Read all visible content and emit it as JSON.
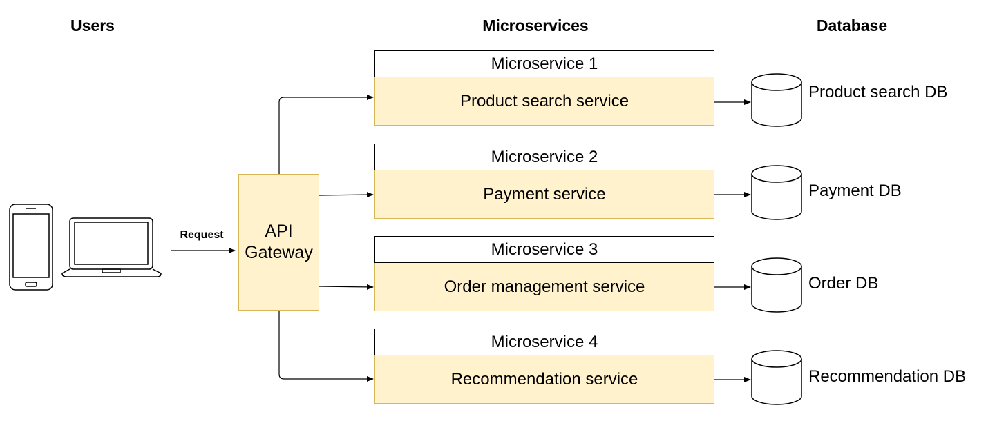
{
  "headers": {
    "users": "Users",
    "microservices": "Microservices",
    "database": "Database"
  },
  "request_label": "Request",
  "gateway": {
    "line1": "API",
    "line2": "Gateway"
  },
  "microservices": [
    {
      "title": "Microservice 1",
      "service": "Product search service",
      "db": "Product search DB"
    },
    {
      "title": "Microservice 2",
      "service": "Payment service",
      "db": "Payment DB"
    },
    {
      "title": "Microservice 3",
      "service": "Order management service",
      "db": "Order DB"
    },
    {
      "title": "Microservice 4",
      "service": "Recommendation service",
      "db": "Recommendation DB"
    }
  ],
  "colors": {
    "service_fill": "#fff2cc",
    "service_border": "#d6b656",
    "line": "#000000"
  },
  "icons": {
    "phone": "smartphone-icon",
    "laptop": "laptop-icon",
    "database": "database-cylinder-icon"
  }
}
